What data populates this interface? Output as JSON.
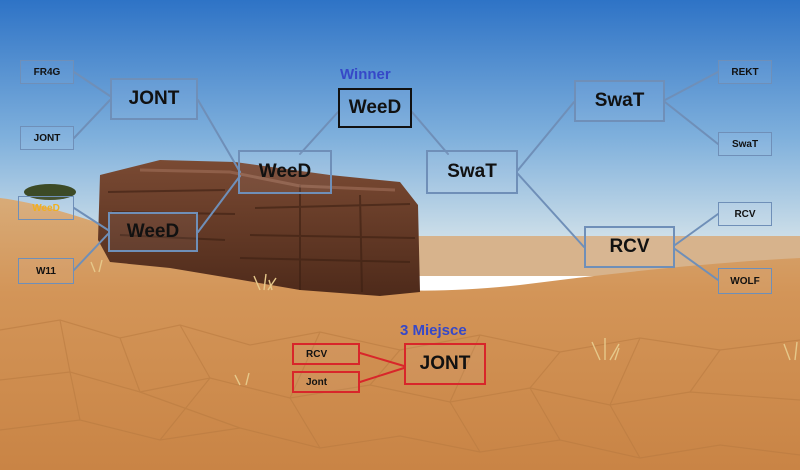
{
  "colors": {
    "sky_top": "#2e73c6",
    "sky_bottom": "#c9dde8",
    "sand": "#d99a5e",
    "sand_dark": "#b9773e",
    "rock": "#6b3b26",
    "bracket_line": "#6f8fb8",
    "winner_border": "#111111",
    "third_place_border": "#d8262a",
    "heading_color": "#3648c8",
    "highlight_text": "#f0b020"
  },
  "bracket": {
    "left_round1": [
      "FR4G",
      "JONT",
      "WeeD",
      "W11"
    ],
    "left_round2": [
      "JONT",
      "WeeD"
    ],
    "left_semi": "WeeD",
    "right_round1": [
      "REKT",
      "SwaT",
      "RCV",
      "WOLF"
    ],
    "right_round2": [
      "SwaT",
      "RCV"
    ],
    "right_semi": "SwaT"
  },
  "winner": {
    "heading": "Winner",
    "name": "WeeD"
  },
  "third_place": {
    "heading": "3 Miejsce",
    "entrants": [
      "RCV",
      "Jont"
    ],
    "name": "JONT"
  }
}
